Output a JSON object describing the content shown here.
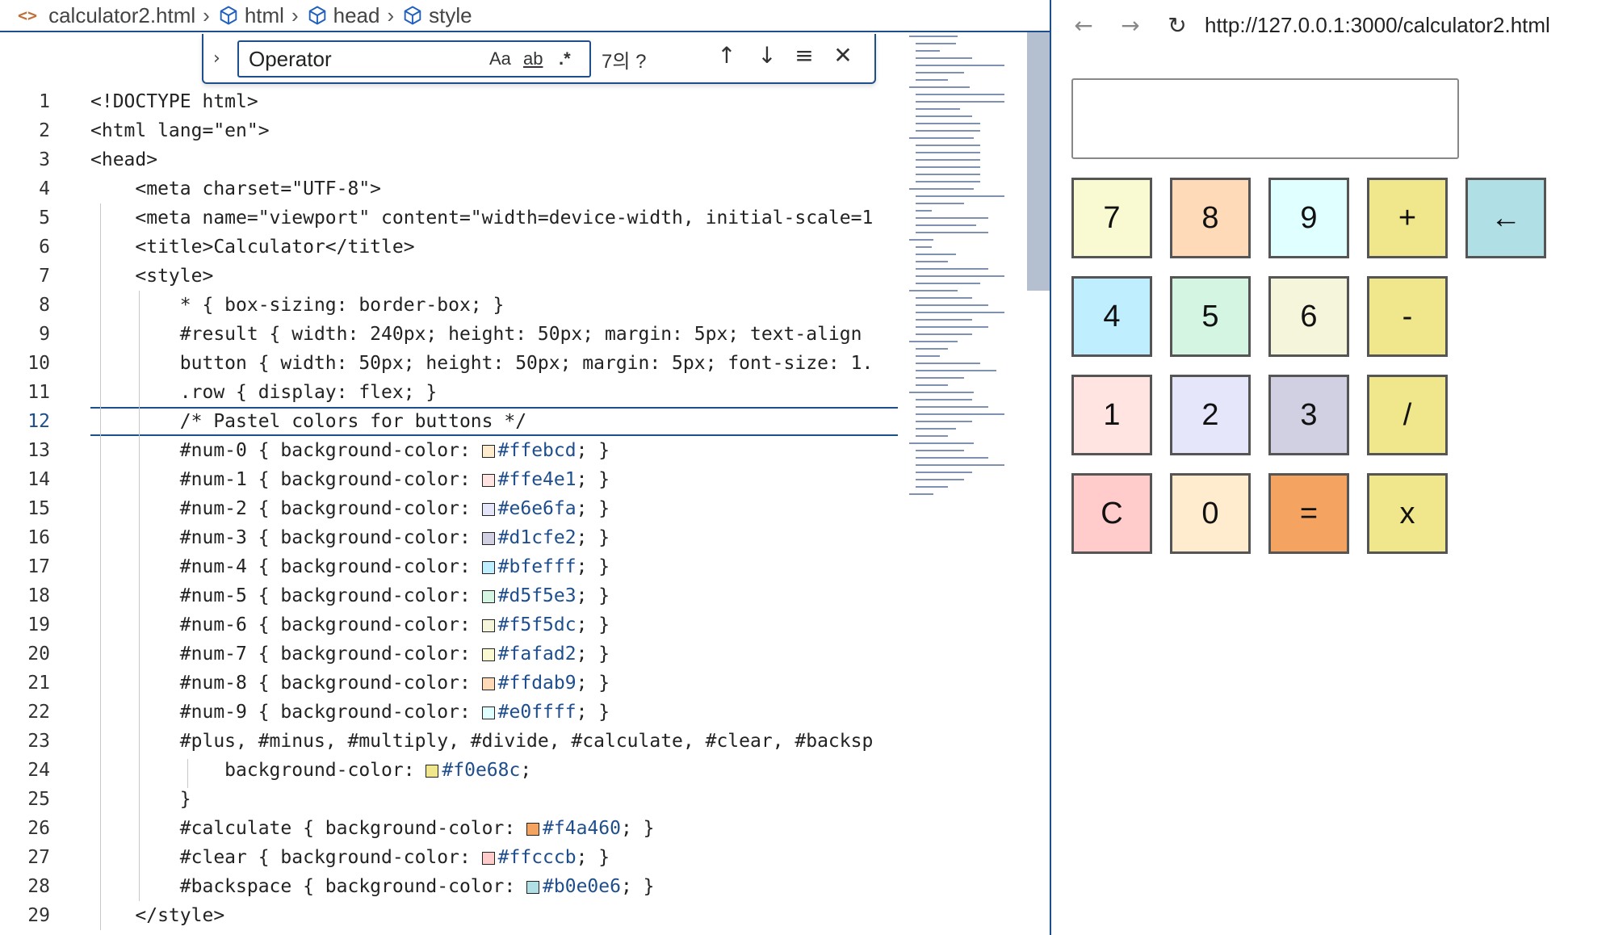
{
  "breadcrumb": {
    "items": [
      {
        "label": "calculator2.html",
        "icon": "file-code-icon"
      },
      {
        "label": "html",
        "icon": "symbol-field-icon"
      },
      {
        "label": "head",
        "icon": "symbol-field-icon"
      },
      {
        "label": "style",
        "icon": "symbol-field-icon"
      }
    ]
  },
  "find": {
    "query": "Operator",
    "match_case": "Aa",
    "whole_word": "ab",
    "regex": ".*",
    "result_count": "7의 ?"
  },
  "editor": {
    "active_line": 12,
    "lines": [
      {
        "n": "1",
        "text": "<!DOCTYPE html>"
      },
      {
        "n": "2",
        "text": "<html lang=\"en\">"
      },
      {
        "n": "3",
        "text": "<head>"
      },
      {
        "n": "4",
        "text": "    <meta charset=\"UTF-8\">"
      },
      {
        "n": "5",
        "text": "    <meta name=\"viewport\" content=\"width=device-width, initial-scale=1"
      },
      {
        "n": "6",
        "text": "    <title>Calculator</title>"
      },
      {
        "n": "7",
        "text": "    <style>"
      },
      {
        "n": "8",
        "text": "        * { box-sizing: border-box; }"
      },
      {
        "n": "9",
        "text": "        #result { width: 240px; height: 50px; margin: 5px; text-align"
      },
      {
        "n": "10",
        "text": "        button { width: 50px; height: 50px; margin: 5px; font-size: 1."
      },
      {
        "n": "11",
        "text": "        .row { display: flex; }"
      },
      {
        "n": "12",
        "text": "        /* Pastel colors for buttons */"
      },
      {
        "n": "13",
        "text": "        #num-0 { background-color: ",
        "color": "#ffebcd",
        "after": "; }"
      },
      {
        "n": "14",
        "text": "        #num-1 { background-color: ",
        "color": "#ffe4e1",
        "after": "; }"
      },
      {
        "n": "15",
        "text": "        #num-2 { background-color: ",
        "color": "#e6e6fa",
        "after": "; }"
      },
      {
        "n": "16",
        "text": "        #num-3 { background-color: ",
        "color": "#d1cfe2",
        "after": "; }"
      },
      {
        "n": "17",
        "text": "        #num-4 { background-color: ",
        "color": "#bfefff",
        "after": "; }"
      },
      {
        "n": "18",
        "text": "        #num-5 { background-color: ",
        "color": "#d5f5e3",
        "after": "; }"
      },
      {
        "n": "19",
        "text": "        #num-6 { background-color: ",
        "color": "#f5f5dc",
        "after": "; }"
      },
      {
        "n": "20",
        "text": "        #num-7 { background-color: ",
        "color": "#fafad2",
        "after": "; }"
      },
      {
        "n": "21",
        "text": "        #num-8 { background-color: ",
        "color": "#ffdab9",
        "after": "; }"
      },
      {
        "n": "22",
        "text": "        #num-9 { background-color: ",
        "color": "#e0ffff",
        "after": "; }"
      },
      {
        "n": "23",
        "text": "        #plus, #minus, #multiply, #divide, #calculate, #clear, #backsp"
      },
      {
        "n": "24",
        "text": "            background-color: ",
        "color": "#f0e68c",
        "after": ";"
      },
      {
        "n": "25",
        "text": "        }"
      },
      {
        "n": "26",
        "text": "        #calculate { background-color: ",
        "color": "#f4a460",
        "after": "; }"
      },
      {
        "n": "27",
        "text": "        #clear { background-color: ",
        "color": "#ffcccb",
        "after": "; }"
      },
      {
        "n": "28",
        "text": "        #backspace { background-color: ",
        "color": "#b0e0e6",
        "after": "; }"
      },
      {
        "n": "29",
        "text": "    </style>"
      }
    ]
  },
  "browser": {
    "url": "http://127.0.0.1:3000/calculator2.html",
    "result_value": "",
    "buttons": [
      {
        "label": "7",
        "color": "#fafad2",
        "id": "num-7"
      },
      {
        "label": "8",
        "color": "#ffdab9",
        "id": "num-8"
      },
      {
        "label": "9",
        "color": "#e0ffff",
        "id": "num-9"
      },
      {
        "label": "+",
        "color": "#f0e68c",
        "id": "plus"
      },
      {
        "label": "←",
        "color": "#b0e0e6",
        "id": "backspace"
      },
      {
        "label": "4",
        "color": "#bfefff",
        "id": "num-4"
      },
      {
        "label": "5",
        "color": "#d5f5e3",
        "id": "num-5"
      },
      {
        "label": "6",
        "color": "#f5f5dc",
        "id": "num-6"
      },
      {
        "label": "-",
        "color": "#f0e68c",
        "id": "minus"
      },
      {
        "label": "1",
        "color": "#ffe4e1",
        "id": "num-1"
      },
      {
        "label": "2",
        "color": "#e6e6fa",
        "id": "num-2"
      },
      {
        "label": "3",
        "color": "#d1cfe2",
        "id": "num-3"
      },
      {
        "label": "/",
        "color": "#f0e68c",
        "id": "divide"
      },
      {
        "label": "C",
        "color": "#ffcccb",
        "id": "clear"
      },
      {
        "label": "0",
        "color": "#ffebcd",
        "id": "num-0"
      },
      {
        "label": "=",
        "color": "#f4a460",
        "id": "calculate"
      },
      {
        "label": "x",
        "color": "#f0e68c",
        "id": "multiply"
      }
    ]
  }
}
